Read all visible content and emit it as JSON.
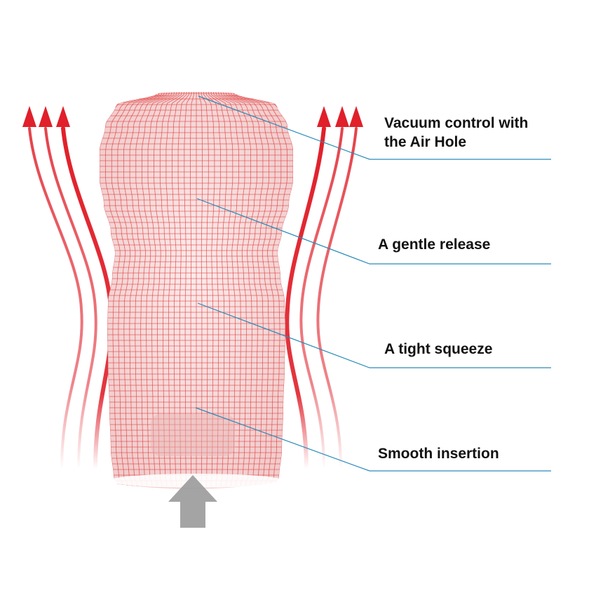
{
  "callouts": [
    {
      "id": "air-hole",
      "lines": [
        "Vacuum control with",
        "the Air Hole"
      ]
    },
    {
      "id": "gentle-release",
      "lines": [
        "A gentle release"
      ]
    },
    {
      "id": "tight-squeeze",
      "lines": [
        "A tight squeeze"
      ]
    },
    {
      "id": "smooth-insertion",
      "lines": [
        "Smooth insertion"
      ]
    }
  ],
  "colors": {
    "grid_line": "#e23a3a",
    "body_fill": "#f6dede",
    "arrow_red": "#e0202a",
    "insert_arrow": "#9a9a9a",
    "leader_line": "#2a8bb8",
    "label_text": "#111111"
  },
  "icons": {
    "airflow": "red-outflow-arrows",
    "insertion": "gray-upward-arrow"
  }
}
